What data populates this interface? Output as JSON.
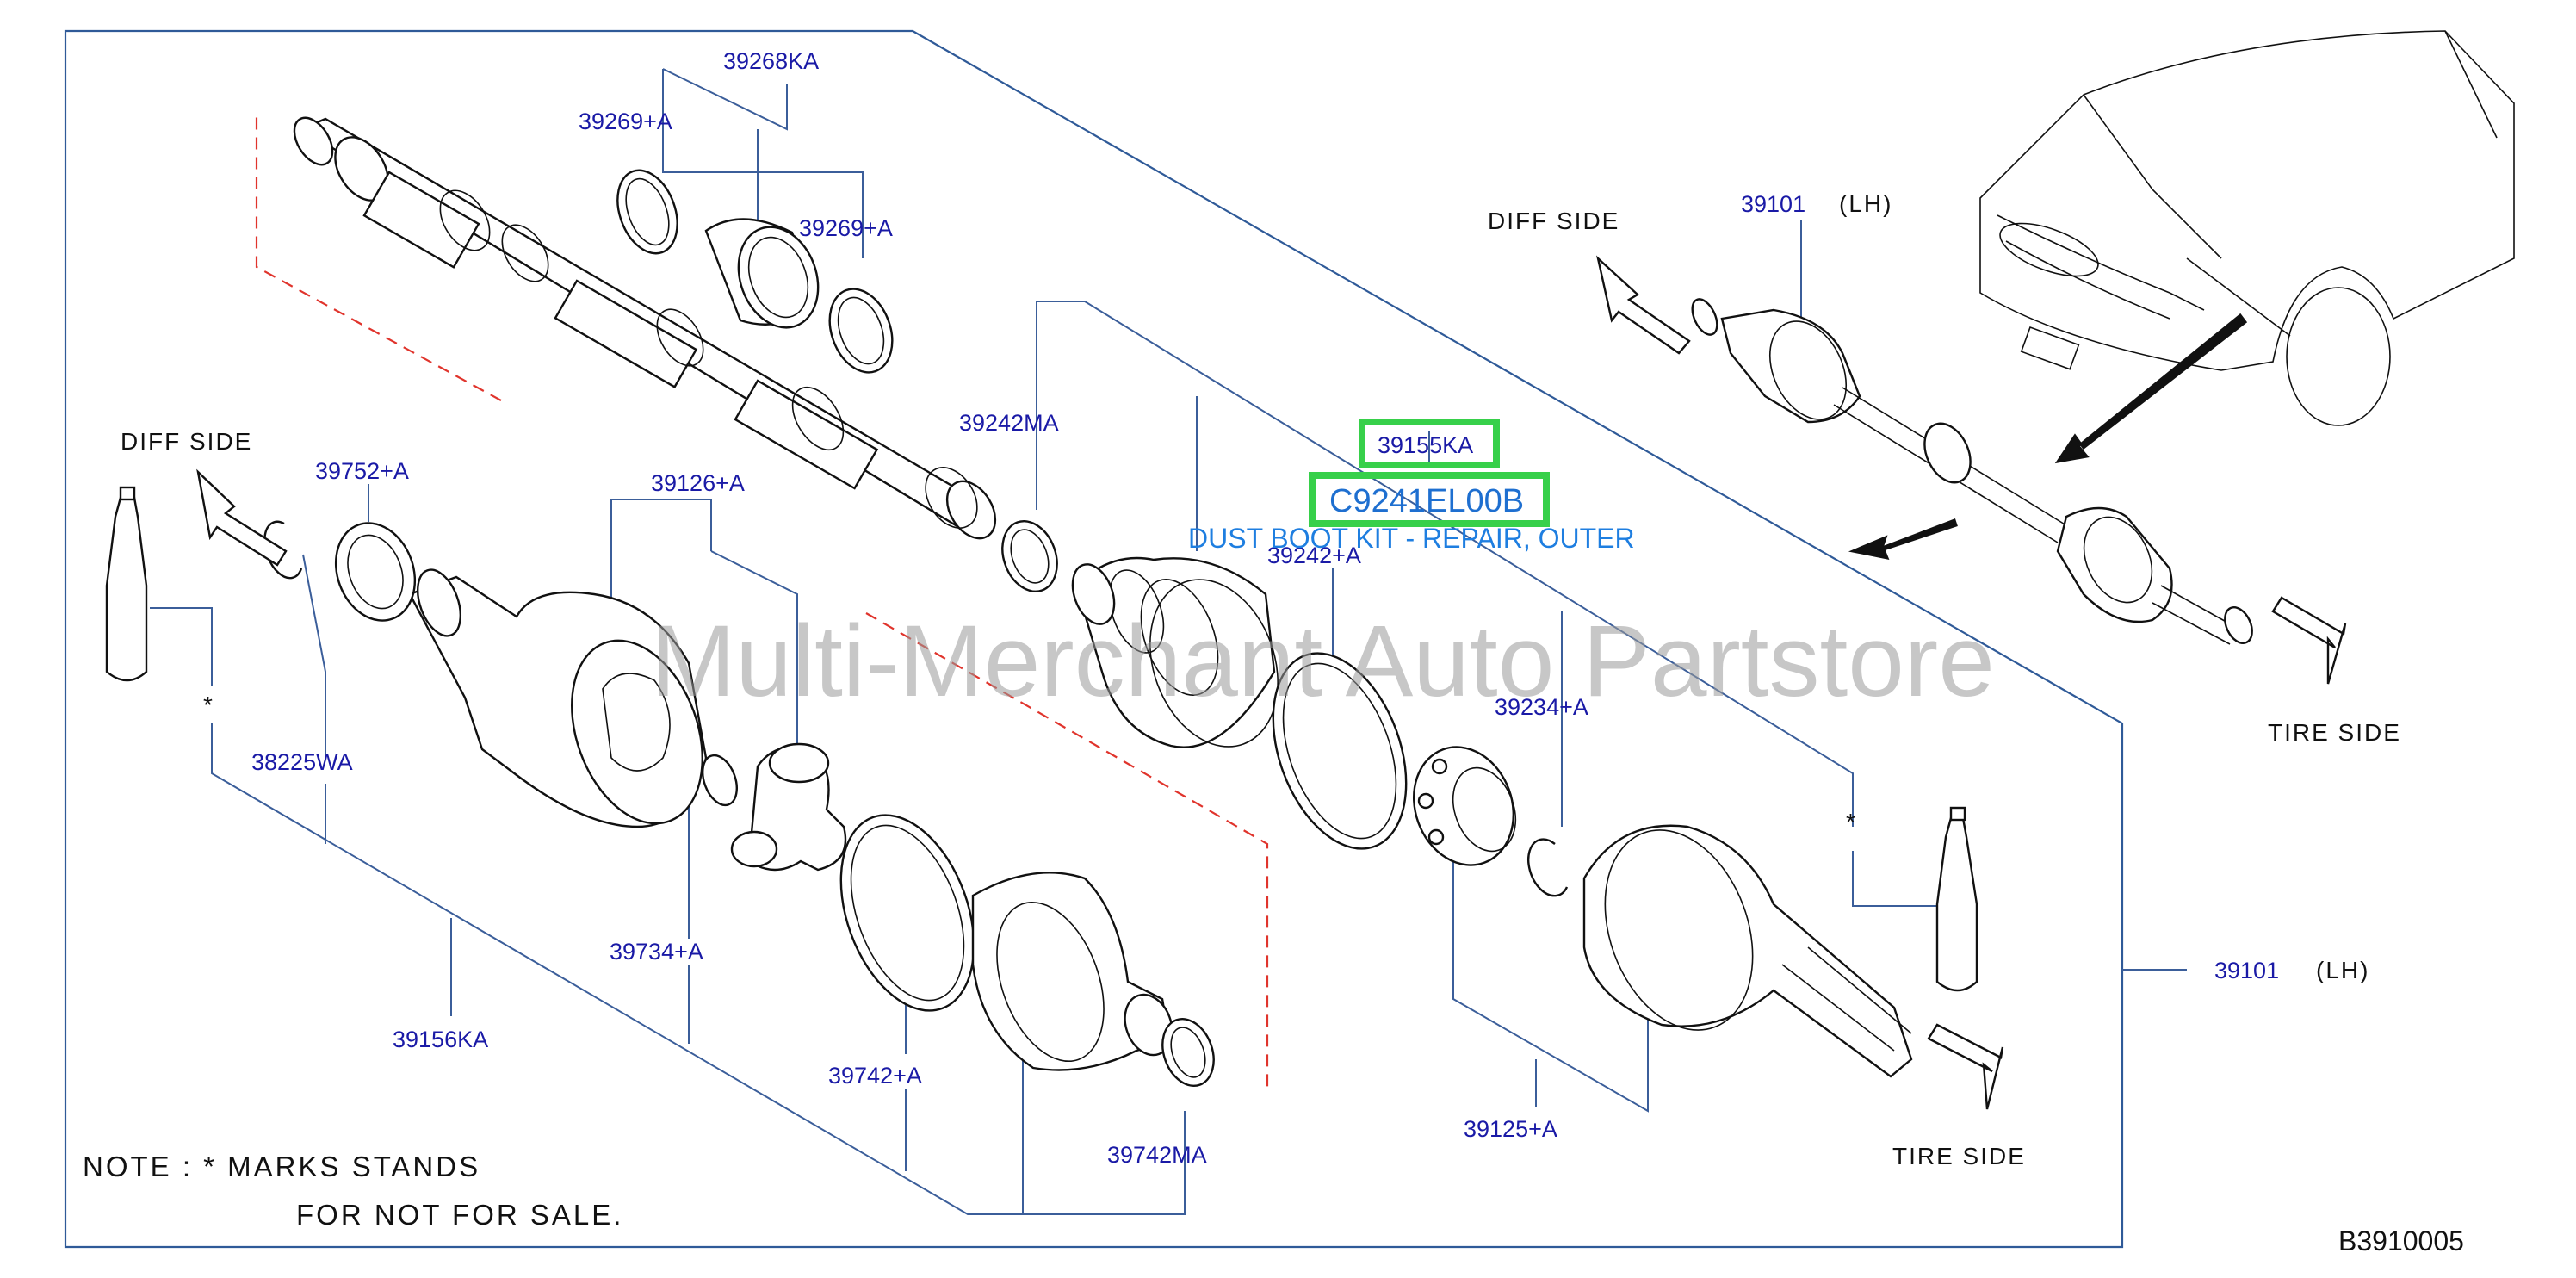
{
  "parts": {
    "p39268KA": "39268KA",
    "p39269A_left": "39269+A",
    "p39269A_right": "39269+A",
    "p39242MA": "39242MA",
    "p39155KA": "39155KA",
    "p39242A": "39242+A",
    "p39752A": "39752+A",
    "p39126A": "39126+A",
    "p38225WA": "38225WA",
    "p39234A": "39234+A",
    "p39734A": "39734+A",
    "p39156KA": "39156KA",
    "p39742A": "39742+A",
    "p39742MA": "39742MA",
    "p39125A": "39125+A",
    "p39101_top": "39101",
    "p39101_side": "39101",
    "lh_top": "(LH)",
    "lh_side": "(LH)"
  },
  "sides": {
    "diff_left": "DIFF   SIDE",
    "diff_right": "DIFF   SIDE",
    "tire_right": "TIRE   SIDE",
    "tire_bottom": "TIRE   SIDE"
  },
  "marks": {
    "star_left": "*",
    "star_right": "*"
  },
  "highlight": {
    "code": "C9241EL00B",
    "description": "DUST BOOT KIT - REPAIR, OUTER"
  },
  "note": {
    "line1": "NOTE  :  *  MARKS  STANDS",
    "line2": "FOR  NOT  FOR  SALE."
  },
  "diagram_code": "B3910005",
  "watermark": "Multi-Merchant Auto Partstore",
  "colors": {
    "label": "#1a1aa6",
    "leader": "#3b5e9a",
    "highlight_box": "#37d04a",
    "highlight_text": "#1e6fd0",
    "dashed_guide": "#e0342c"
  }
}
